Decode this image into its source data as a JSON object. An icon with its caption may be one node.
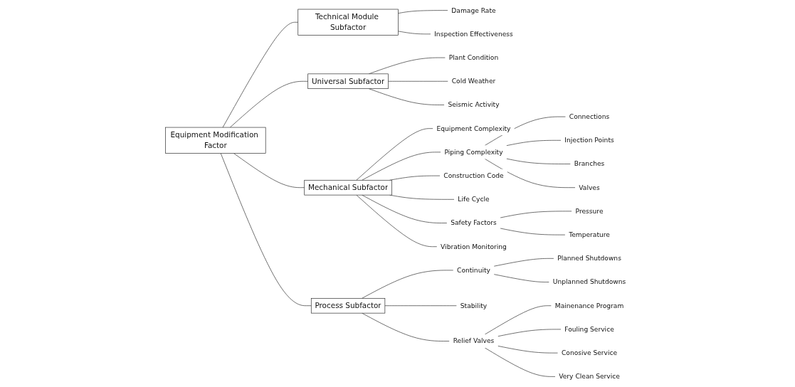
{
  "diagram": {
    "nodes": [
      {
        "text": [
          "Equipment Modification Factor"
        ]
      },
      {
        "text": [
          "Technical Module Subfactor"
        ]
      },
      {
        "text": [
          "Damage Rate"
        ]
      },
      {
        "text": [
          "Inspection Effectiveness"
        ]
      },
      {
        "text": [
          "Universal Subfactor"
        ]
      },
      {
        "text": [
          "Plant Condition"
        ]
      },
      {
        "text": [
          "Cold Weather"
        ]
      },
      {
        "text": [
          "Seismic Activity"
        ]
      },
      {
        "text": [
          "Mechanical Subfactor"
        ]
      },
      {
        "text": [
          "Equipment Complexity"
        ]
      },
      {
        "text": [
          "Piping Complexity"
        ]
      },
      {
        "text": [
          "Connections"
        ]
      },
      {
        "text": [
          "Injection Points"
        ]
      },
      {
        "text": [
          "Branches"
        ]
      },
      {
        "text": [
          "Valves"
        ]
      },
      {
        "text": [
          "Construction Code"
        ]
      },
      {
        "text": [
          "Life Cycle"
        ]
      },
      {
        "text": [
          "Safety Factors"
        ]
      },
      {
        "text": [
          "Pressure"
        ]
      },
      {
        "text": [
          "Temperature"
        ]
      },
      {
        "text": [
          "Vibration Monitoring"
        ]
      },
      {
        "text": [
          "Process Subfactor"
        ]
      },
      {
        "text": [
          "Continuity"
        ]
      },
      {
        "text": [
          "Planned Shutdowns"
        ]
      },
      {
        "text": [
          "Unplanned Shutdowns"
        ]
      },
      {
        "text": [
          "Stability"
        ]
      },
      {
        "text": [
          "Relief Valves"
        ]
      },
      {
        "text": [
          "Mainenance Program"
        ]
      },
      {
        "text": [
          "Fouling Service"
        ]
      },
      {
        "text": [
          "Conosive Service"
        ]
      },
      {
        "text": [
          "Very Clean Service"
        ]
      }
    ],
    "edges": [
      {
        "from": 0,
        "to": 1,
        "arrow": "none"
      },
      {
        "from": 0,
        "to": 4,
        "arrow": "none"
      },
      {
        "from": 0,
        "to": 8,
        "arrow": "none"
      },
      {
        "from": 0,
        "to": 21,
        "arrow": "none"
      },
      {
        "from": 1,
        "to": 2,
        "arrow": "none"
      },
      {
        "from": 1,
        "to": 3,
        "arrow": "none"
      },
      {
        "from": 4,
        "to": 5,
        "arrow": "none"
      },
      {
        "from": 4,
        "to": 6,
        "arrow": "none"
      },
      {
        "from": 4,
        "to": 7,
        "arrow": "none"
      },
      {
        "from": 8,
        "to": 9,
        "arrow": "none"
      },
      {
        "from": 8,
        "to": 10,
        "arrow": "none"
      },
      {
        "from": 10,
        "to": 11,
        "arrow": "none"
      },
      {
        "from": 10,
        "to": 12,
        "arrow": "none"
      },
      {
        "from": 10,
        "to": 13,
        "arrow": "none"
      },
      {
        "from": 10,
        "to": 14,
        "arrow": "none"
      },
      {
        "from": 8,
        "to": 15,
        "arrow": "none"
      },
      {
        "from": 8,
        "to": 16,
        "arrow": "none"
      },
      {
        "from": 8,
        "to": 17,
        "arrow": "none"
      },
      {
        "from": 17,
        "to": 18,
        "arrow": "none"
      },
      {
        "from": 17,
        "to": 19,
        "arrow": "none"
      },
      {
        "from": 8,
        "to": 20,
        "arrow": "none"
      },
      {
        "from": 21,
        "to": 22,
        "arrow": "none"
      },
      {
        "from": 22,
        "to": 23,
        "arrow": "none"
      },
      {
        "from": 22,
        "to": 24,
        "arrow": "none"
      },
      {
        "from": 21,
        "to": 25,
        "arrow": "none"
      },
      {
        "from": 21,
        "to": 26,
        "arrow": "none"
      },
      {
        "from": 26,
        "to": 27,
        "arrow": "none"
      },
      {
        "from": 26,
        "to": 28,
        "arrow": "none"
      },
      {
        "from": 26,
        "to": 29,
        "arrow": "none"
      },
      {
        "from": 26,
        "to": 30,
        "arrow": "none"
      }
    ]
  }
}
